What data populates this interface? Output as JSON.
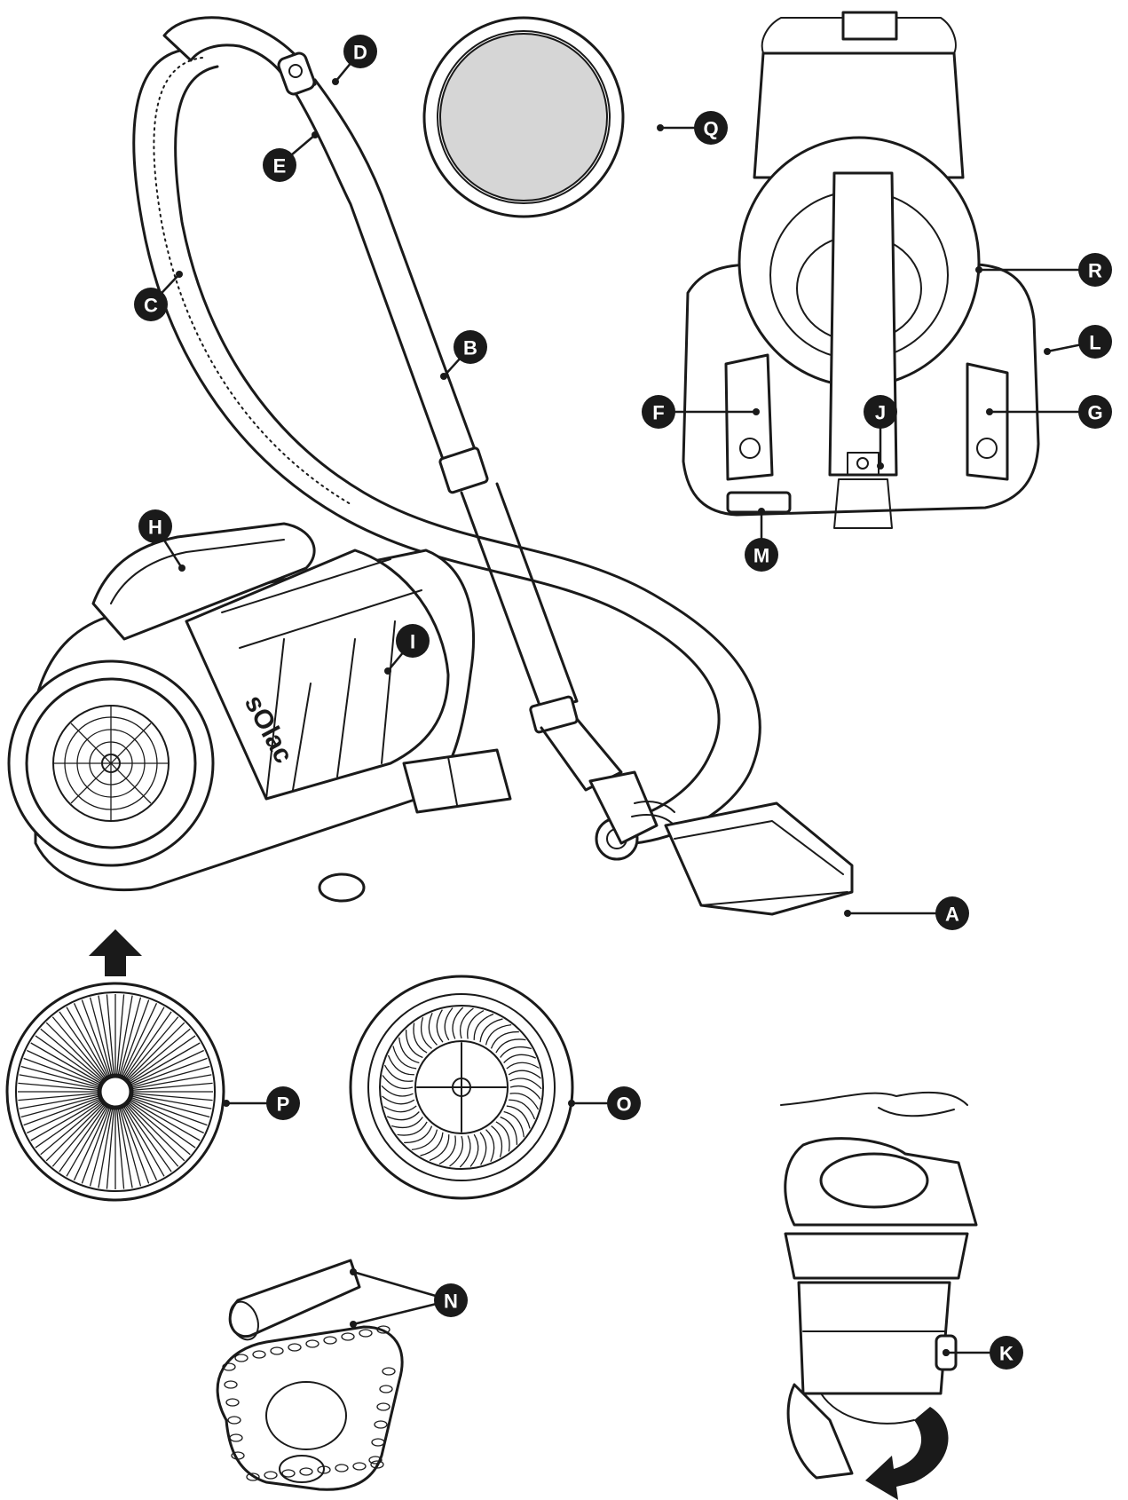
{
  "brand": "sOlac",
  "labels": [
    "A",
    "B",
    "C",
    "D",
    "E",
    "F",
    "G",
    "H",
    "I",
    "J",
    "K",
    "L",
    "M",
    "N",
    "O",
    "P",
    "Q",
    "R"
  ],
  "colors": {
    "ink": "#1a1a1a",
    "paper": "#ffffff"
  },
  "icons": [
    "up-arrow-icon",
    "curved-arrow-icon"
  ]
}
